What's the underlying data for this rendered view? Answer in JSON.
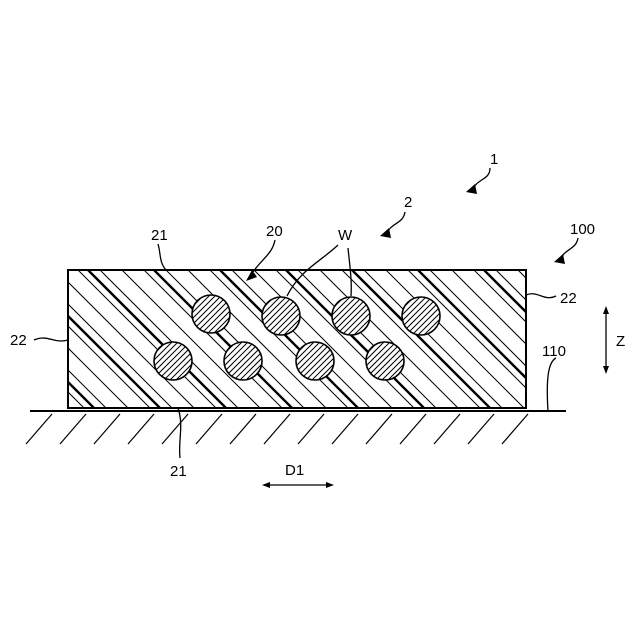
{
  "labels": {
    "assembly_ref": "1",
    "structure_ref": "2",
    "substrate_ref": "100",
    "layer_ref_top": "20",
    "hatch_ref_top": "21",
    "hatch_ref_bottom": "21",
    "edge_ref_left": "22",
    "edge_ref_right": "22",
    "wire_ref": "W",
    "surface_ref": "110",
    "axis_z": "Z",
    "direction_d1": "D1"
  }
}
